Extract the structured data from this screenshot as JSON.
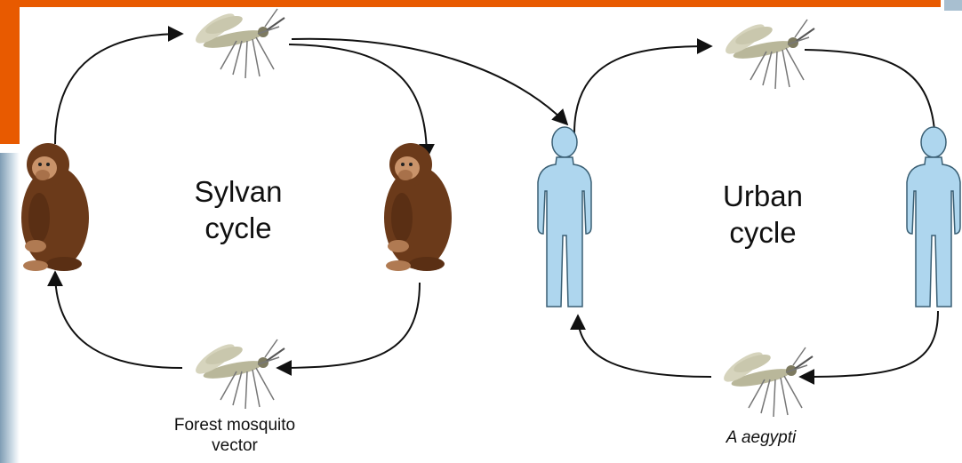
{
  "diagram": {
    "sylvan": {
      "line1": "Sylvan",
      "line2": "cycle"
    },
    "urban": {
      "line1": "Urban",
      "line2": "cycle"
    },
    "captions": {
      "forest_vector_line1": "Forest mosquito",
      "forest_vector_line2": "vector",
      "urban_vector": "A aegypti"
    },
    "colors": {
      "header_accent": "#e85a00",
      "side_accent": "#a8bfd0",
      "primate": "#6b3a1a",
      "human": "#aed6ee",
      "mosquito": "#8a8a6a",
      "arrow": "#111111"
    },
    "icons": [
      "mosquito-icon",
      "chimpanzee-icon",
      "human-figure-icon"
    ]
  }
}
